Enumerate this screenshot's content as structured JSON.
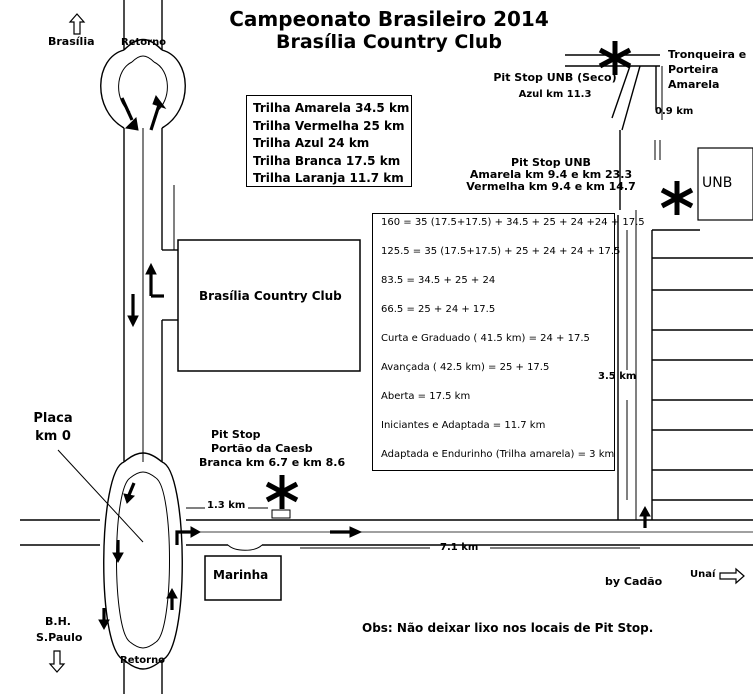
{
  "header": {
    "title": "Campeonato Brasileiro 2014",
    "subtitle": "Brasília Country Club"
  },
  "trails": [
    "Trilha Amarela 34.5 km",
    "Trilha Vermelha 25 km",
    "Trilha Azul 24 km",
    "Trilha Branca 17.5 km",
    "Trilha Laranja 11.7 km"
  ],
  "formulas": [
    "160 = 35 (17.5+17.5) + 34.5 + 25 + 24 +24 + 17.5",
    "125.5 = 35 (17.5+17.5) + 25 + 24 + 24 + 17.5",
    "83.5 = 34.5 + 25 + 24",
    "66.5 = 25 + 24 + 17.5",
    "Curta e Graduado ( 41.5 km) = 24 + 17.5",
    "Avançada ( 42.5 km) = 25 + 17.5",
    "Aberta = 17.5 km",
    "Iniciantes e Adaptada = 11.7 km",
    "Adaptada e Endurinho (Trilha amarela) = 3 km"
  ],
  "places": {
    "brasilia": "Brasília",
    "retorno_top": "Retorno",
    "retorno_bottom": "Retorno",
    "country_club": "Brasília Country Club",
    "placa_line1": "Placa",
    "placa_line2": "km 0",
    "marinha": "Marinha",
    "unb": "UNB",
    "bh_line1": "B.H.",
    "bh_line2": "S.Paulo",
    "unai": "Unaí",
    "tronqueira_line1": "Tronqueira e",
    "tronqueira_line2": "Porteira",
    "tronqueira_line3": "Amarela"
  },
  "pit_stops": {
    "unb_seco_name": "Pit Stop UNB (Seco)",
    "unb_seco_info": "Azul km 11.3",
    "unb_name": "Pit Stop UNB",
    "unb_info_line1": "Amarela km 9.4 e km 23.3",
    "unb_info_line2": "Vermelha km 9.4 e km 14.7",
    "caesb_line1": "Pit Stop",
    "caesb_line2": "Portão da Caesb",
    "caesb_line3": "Branca km 6.7 e km 8.6"
  },
  "distances": {
    "d_0_9": "0.9 km",
    "d_3_5": "3.5 km",
    "d_1_3": "1.3 km",
    "d_7_1": "7.1 km"
  },
  "credits": "by Cadão",
  "note": "Obs: Não deixar lixo nos locais de Pit Stop.",
  "colors": {
    "ink": "#000000",
    "paper": "#ffffff"
  }
}
